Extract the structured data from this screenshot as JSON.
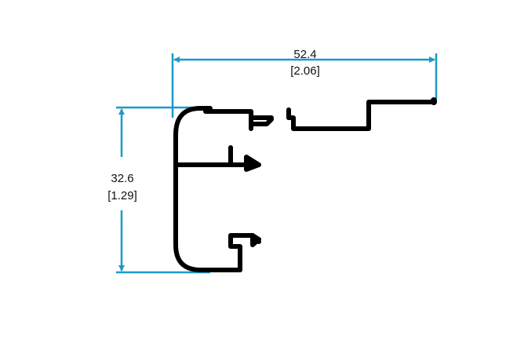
{
  "dimensions": {
    "width": {
      "metric": "52.4",
      "imperial": "[2.06]"
    },
    "height": {
      "metric": "32.6",
      "imperial": "[1.29]"
    }
  },
  "colors": {
    "dimension_line": "#1b9ac9",
    "profile": "#000000",
    "text": "#111111"
  }
}
